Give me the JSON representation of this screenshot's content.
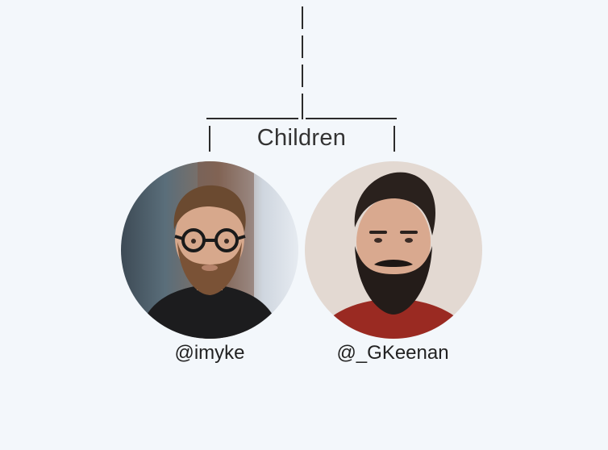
{
  "diagram": {
    "group_label": "Children",
    "members": [
      {
        "handle": "@imyke",
        "photo": "profile-photo-glasses-man"
      },
      {
        "handle": "@_GKeenan",
        "photo": "profile-photo-bearded-man"
      }
    ]
  },
  "colors": {
    "background": "#f3f7fb",
    "line": "#2b2b2b",
    "text": "#2b2b2b"
  }
}
